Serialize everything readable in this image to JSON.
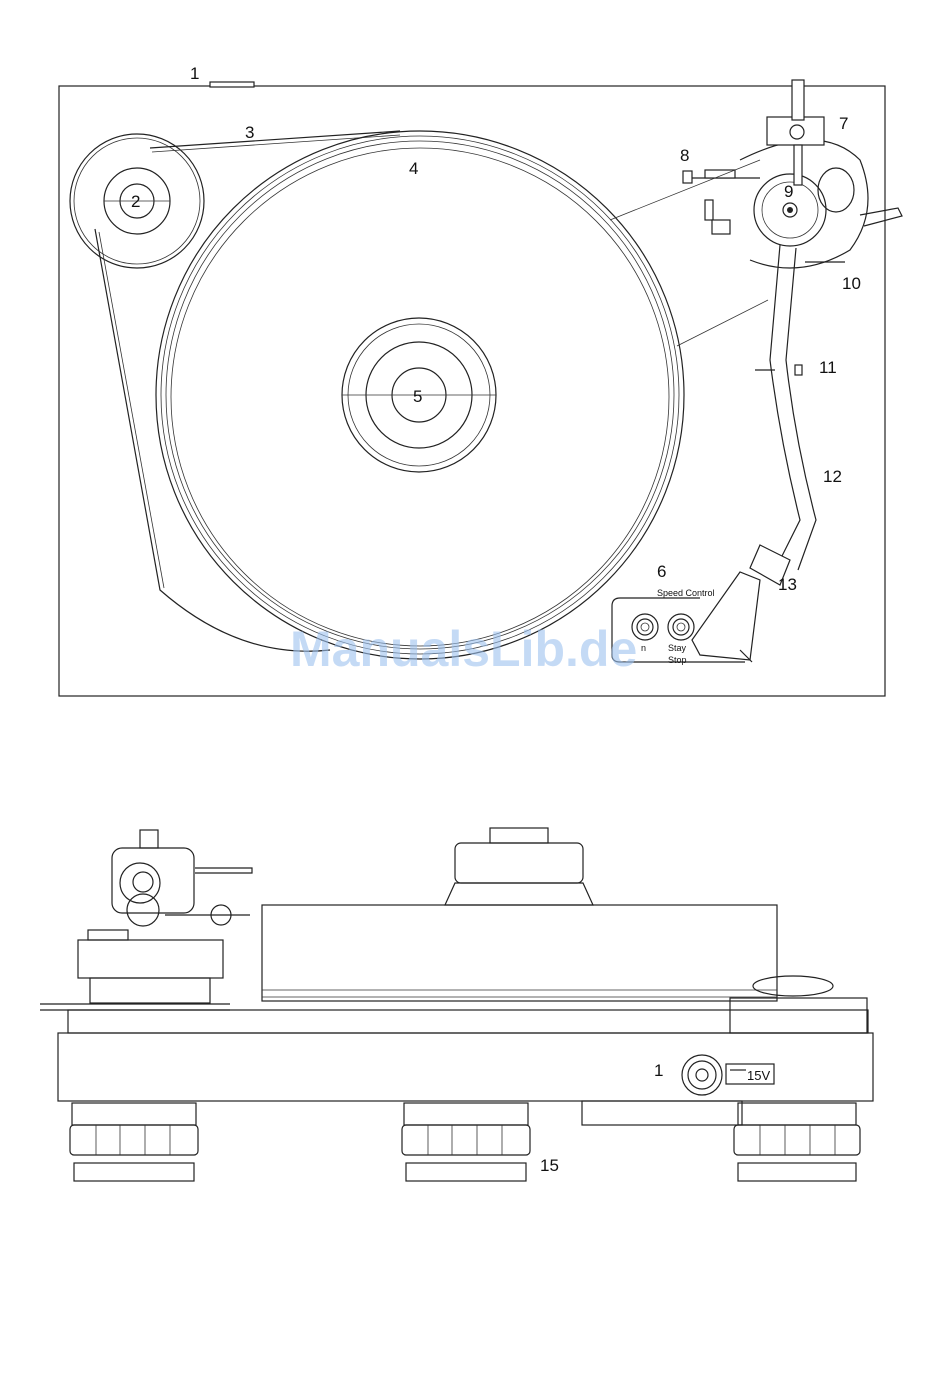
{
  "top_view": {
    "callouts": {
      "c1": "1",
      "c2": "2",
      "c3": "3",
      "c4": "4",
      "c5": "5",
      "c6": "6",
      "c7": "7",
      "c8": "8",
      "c9": "9",
      "c10": "10",
      "c11": "11",
      "c12": "12",
      "c13": "13"
    },
    "speed_control_label": "Speed Control",
    "button_left_label": "n",
    "button_right_label": "Stay",
    "stop_label": "Stop"
  },
  "front_view": {
    "callouts": {
      "c1": "1",
      "c15": "15"
    },
    "power_label": "15V"
  },
  "watermark": "ManualsLib.de"
}
